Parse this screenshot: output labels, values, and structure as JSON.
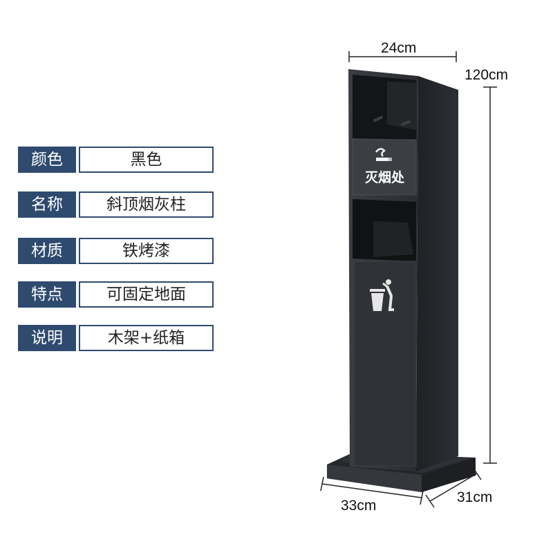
{
  "specs": [
    {
      "label": "颜色",
      "value": "黑色"
    },
    {
      "label": "名称",
      "value": "斜顶烟灰柱"
    },
    {
      "label": "材质",
      "value": "铁烤漆"
    },
    {
      "label": "特点",
      "value": "可固定地面"
    },
    {
      "label": "说明",
      "value": "木架+纸箱"
    }
  ],
  "dimensions": {
    "width_top": "24cm",
    "height": "120cm",
    "base_width": "33cm",
    "base_depth": "31cm"
  },
  "product": {
    "panel_text": "灭烟处",
    "icons": [
      "smoking-icon",
      "trash-bin-icon"
    ]
  },
  "colors": {
    "spec_accent": "#2f4a6f",
    "product_body": "#2b2e33"
  }
}
